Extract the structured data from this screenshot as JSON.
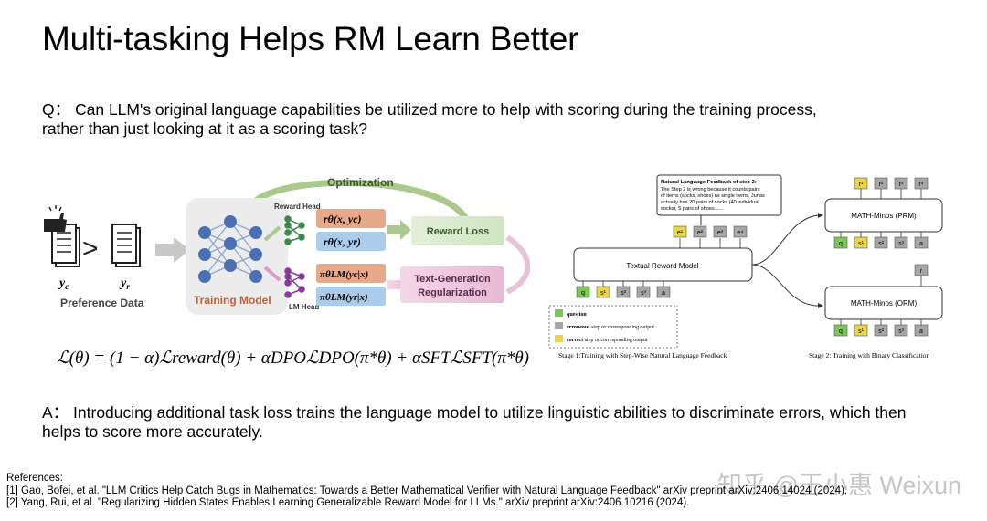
{
  "title": "Multi-tasking Helps RM Learn Better",
  "question": {
    "line1": "Q： Can LLM's original language capabilities be utilized more to help with scoring during the training process,",
    "line2": "rather than just looking at it as a scoring task?"
  },
  "left_figure": {
    "optimization": "Optimization",
    "preference_data": "Preference Data",
    "yc": "y",
    "yc_sub": "c",
    "yr": "y",
    "yr_sub": "r",
    "training_model": "Training Model",
    "reward_head": "Reward Head",
    "lm_head": "LM Head",
    "r_c": "rθ(x, yc)",
    "r_r": "rθ(x, yr)",
    "pi_c": "πθLM(yc|x)",
    "pi_r": "πθLM(yr|x)",
    "reward_loss": "Reward Loss",
    "text_gen_1": "Text-Generation",
    "text_gen_2": "Regularization"
  },
  "formula": "ℒ(θ) = (1 − α)ℒreward(θ) + αDPOℒDPO(π*θ) + αSFTℒSFT(π*θ)",
  "right_figure": {
    "feedback_title": "Natural Language Feedback of step 2:",
    "feedback_lines": [
      "The Step 2 is wrong because it counts pairs",
      "of items (socks, shoes) as single items. Junas",
      "actually has 20 pairs of socks (40 individual",
      "socks), 5 pairs of shoes......"
    ],
    "output_tokens": [
      "e¹",
      "e²",
      "e³",
      "e⁴"
    ],
    "input_tokens": [
      "q",
      "s¹",
      "s²",
      "s³",
      "a"
    ],
    "textual_model": "Textual Reward Model",
    "prm_label": "MATH-Minos (PRM)",
    "prm_outputs": [
      "r¹",
      "r²",
      "r³",
      "r⁴"
    ],
    "orm_label": "MATH-Minos (ORM)",
    "orm_output": "r",
    "legend": [
      {
        "bold": "question",
        "rest": ""
      },
      {
        "bold": "erroneous",
        "rest": " step or corresponding output"
      },
      {
        "bold": "correct",
        "rest": " step or corresponding output"
      }
    ],
    "stage1": "Stage 1:Training with Step-Wise Natural Language Feedback",
    "stage2": "Stage 2: Training with Binary Classification",
    "colors": {
      "question": "#7cc75a",
      "erroneous": "#a6a6a6",
      "correct": "#e8d54a"
    }
  },
  "answer": {
    "line1": "A： Introducing additional task loss trains the language model to utilize linguistic abilities to discriminate errors, which then",
    "line2": "helps to score more accurately."
  },
  "references": {
    "heading": "References:",
    "items": [
      "[1] Gao, Bofei, et al. \"LLM Critics Help Catch Bugs in Mathematics: Towards a Better Mathematical Verifier with Natural Language Feedback\" arXiv preprint arXiv:2406.14024 (2024).",
      "[2] Yang, Rui, et al. \"Regularizing Hidden States Enables Learning Generalizable Reward Model for LLMs.\" arXiv preprint arXiv:2406.10216 (2024)."
    ]
  },
  "watermark": "知乎 @王小惠 Weixun"
}
